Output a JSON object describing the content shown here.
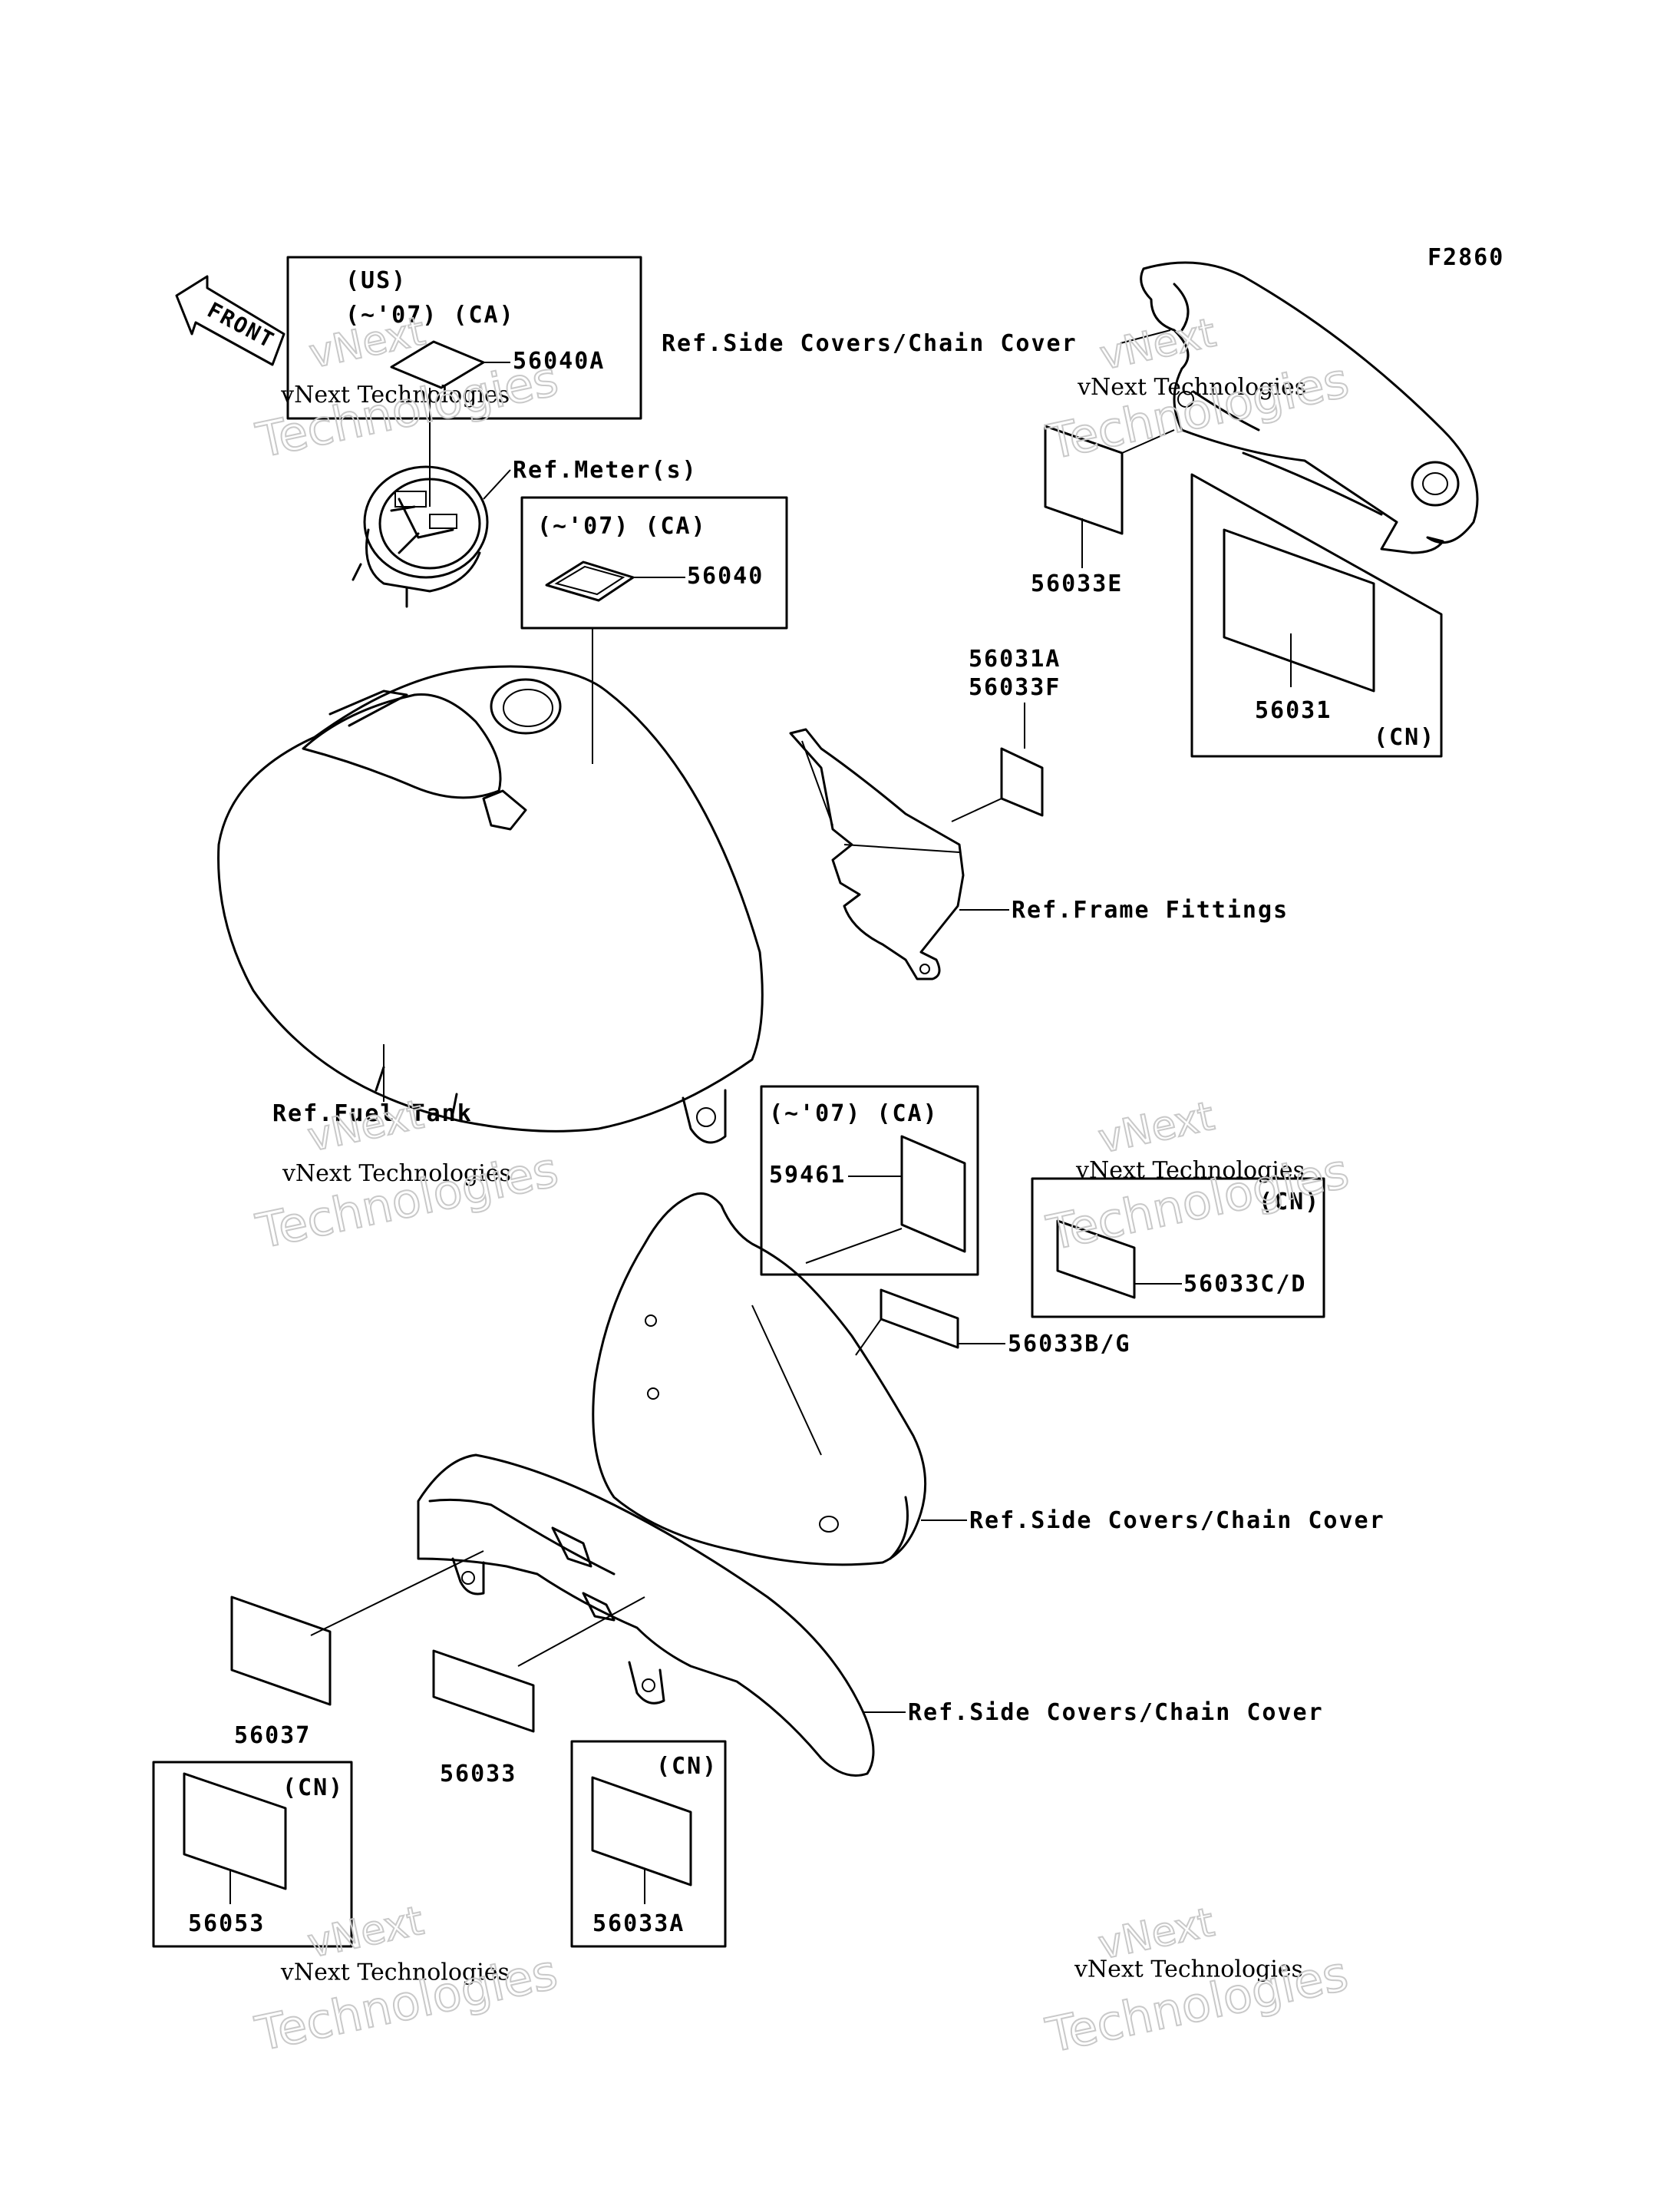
{
  "figure_code": "F2860",
  "front_marker": "FRONT",
  "watermark": {
    "line1": "vNext",
    "line2": "vNext Technologies",
    "line3": "Technologies"
  },
  "boxes": {
    "meter_sticker": {
      "line1": "(US)",
      "line2": "(~'07) (CA)",
      "part": "56040A"
    },
    "tank_sticker": {
      "line1": "(~'07) (CA)",
      "part": "56040"
    },
    "side_sticker": {
      "line1": "(~'07) (CA)",
      "part": "59461"
    },
    "cn_side": {
      "line1": "(CN)",
      "part": "56033C/D"
    },
    "cn_top": {
      "line1": "(CN)",
      "part": "56031"
    },
    "cn_left": {
      "line1": "(CN)",
      "part": "56053"
    },
    "cn_mid": {
      "line1": "(CN)",
      "part": "56033A"
    }
  },
  "parts": {
    "p56033E": "56033E",
    "p56031A": "56031A",
    "p56033F": "56033F",
    "p56033BG": "56033B/G",
    "p56037": "56037",
    "p56033": "56033"
  },
  "refs": {
    "side_covers_top": "Ref.Side Covers/Chain Cover",
    "meter": "Ref.Meter(s)",
    "frame_fittings": "Ref.Frame Fittings",
    "fuel_tank": "Ref.Fuel Tank",
    "side_covers_mid": "Ref.Side Covers/Chain Cover",
    "side_covers_bottom": "Ref.Side Covers/Chain Cover"
  }
}
